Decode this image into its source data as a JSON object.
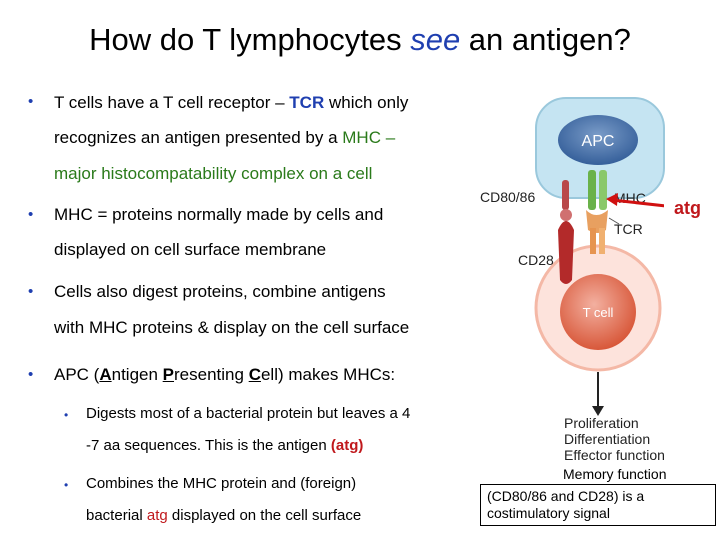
{
  "title": {
    "part1": "How do T lymphocytes ",
    "part2": "see",
    "part3": " an antigen?"
  },
  "bullets": {
    "b1": {
      "pre": "T cells have a T cell receptor – ",
      "tcr": "TCR",
      "post": " which only",
      "line2a": "recognizes an antigen presented by a ",
      "mhc": "MHC –",
      "line3": "major histocompatability complex on a cell"
    },
    "b2": {
      "line1": "MHC = proteins normally made by cells and",
      "line2": "displayed on cell surface membrane"
    },
    "b3": {
      "line1": "Cells also digest proteins, combine  antigens",
      "line2": "with MHC proteins & display on the cell surface"
    },
    "b4": {
      "pre": "APC (",
      "a": "A",
      "ntigen": "ntigen ",
      "p": "P",
      "resenting": "resenting ",
      "c": "C",
      "post": "ell) makes MHCs:"
    },
    "s1": {
      "line1": "Digests most of a bacterial protein but leaves a 4",
      "line2a": "-7 aa sequences. This is the antigen ",
      "atg": "(atg)"
    },
    "s2": {
      "line1": "Combines the MHC protein and (foreign)",
      "line2a": "bacterial ",
      "atg": "atg",
      "line2b": " displayed on the cell surface"
    },
    "bullet_char": "•"
  },
  "diagram": {
    "apc": "APC",
    "cd80": "CD80/86",
    "mhc": "MHC",
    "tcr": "TCR",
    "cd28": "CD28",
    "tcell": "T cell",
    "atg": "atg",
    "outcomes": [
      "Proliferation",
      "Differentiation",
      "Effector function"
    ],
    "memory": "Memory function",
    "costim": "(CD80/86 and CD28) is a costimulatory signal"
  },
  "colors": {
    "blue": "#1f3fb0",
    "green": "#2a7a1a",
    "red": "#c0181c"
  }
}
